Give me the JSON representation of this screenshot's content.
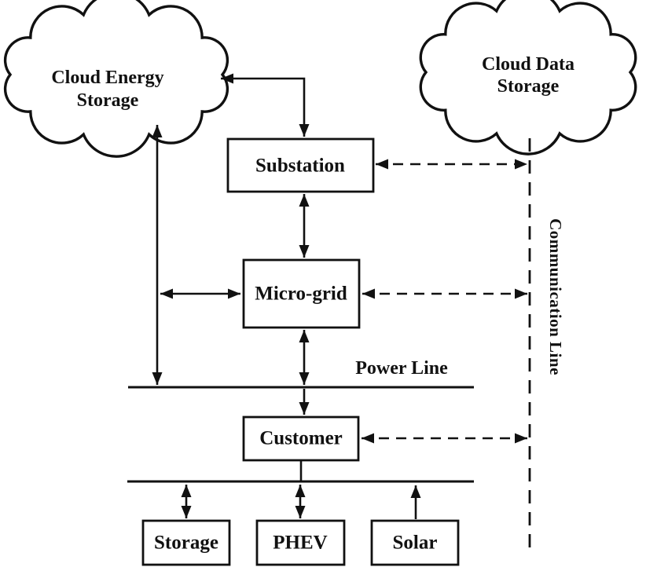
{
  "clouds": {
    "energy": {
      "line1": "Cloud Energy",
      "line2": "Storage"
    },
    "data": {
      "line1": "Cloud Data",
      "line2": "Storage"
    }
  },
  "nodes": {
    "substation": "Substation",
    "microgrid": "Micro-grid",
    "customer": "Customer",
    "storage": "Storage",
    "phev": "PHEV",
    "solar": "Solar"
  },
  "labels": {
    "power_line": "Power Line",
    "communication_line": "Communication Line"
  },
  "colors": {
    "ink": "#111111",
    "background": "#ffffff"
  }
}
